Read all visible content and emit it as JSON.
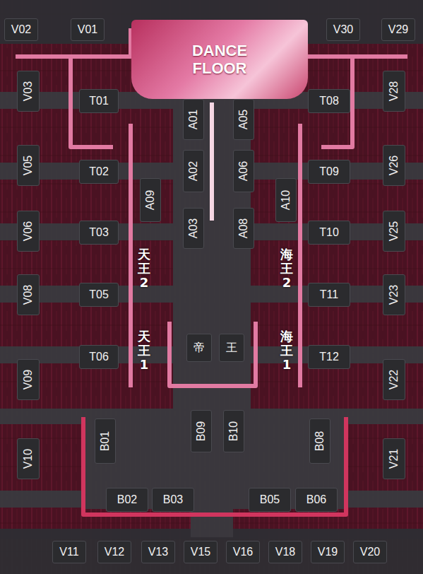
{
  "diagram": {
    "nodes": [
      {
        "text": [
          "V02"
        ]
      },
      {
        "text": [
          "V01"
        ]
      },
      {
        "text": [
          "DANCE FLOOR"
        ]
      },
      {
        "text": [
          "V30"
        ]
      },
      {
        "text": [
          "V29"
        ]
      },
      {
        "text": [
          "V03"
        ]
      },
      {
        "text": [
          "T01"
        ]
      },
      {
        "text": [
          "A01"
        ]
      },
      {
        "text": [
          "A05"
        ]
      },
      {
        "text": [
          "T08"
        ]
      },
      {
        "text": [
          "V28"
        ]
      },
      {
        "text": [
          "V05"
        ]
      },
      {
        "text": [
          "T02"
        ]
      },
      {
        "text": [
          "A02"
        ]
      },
      {
        "text": [
          "A06"
        ]
      },
      {
        "text": [
          "T09"
        ]
      },
      {
        "text": [
          "V26"
        ]
      },
      {
        "text": [
          "A09"
        ]
      },
      {
        "text": [
          "A10"
        ]
      },
      {
        "text": [
          "V06"
        ]
      },
      {
        "text": [
          "T03"
        ]
      },
      {
        "text": [
          "A03"
        ]
      },
      {
        "text": [
          "A08"
        ]
      },
      {
        "text": [
          "T10"
        ]
      },
      {
        "text": [
          "V25"
        ]
      },
      {
        "text": [
          "T05"
        ]
      },
      {
        "text": [
          "T11"
        ]
      },
      {
        "text": [
          "V08"
        ]
      },
      {
        "text": [
          "V23"
        ]
      },
      {
        "text": [
          "T06"
        ]
      },
      {
        "text": [
          "帝"
        ]
      },
      {
        "text": [
          "王"
        ]
      },
      {
        "text": [
          "T12"
        ]
      },
      {
        "text": [
          "V09"
        ]
      },
      {
        "text": [
          "V22"
        ]
      },
      {
        "text": [
          "B09"
        ]
      },
      {
        "text": [
          "B10"
        ]
      },
      {
        "text": [
          "B01"
        ]
      },
      {
        "text": [
          "B08"
        ]
      },
      {
        "text": [
          "V10"
        ]
      },
      {
        "text": [
          "V21"
        ]
      },
      {
        "text": [
          "B02"
        ]
      },
      {
        "text": [
          "B03"
        ]
      },
      {
        "text": [
          "B05"
        ]
      },
      {
        "text": [
          "B06"
        ]
      },
      {
        "text": [
          "V11"
        ]
      },
      {
        "text": [
          "V12"
        ]
      },
      {
        "text": [
          "V13"
        ]
      },
      {
        "text": [
          "V15"
        ]
      },
      {
        "text": [
          "V16"
        ]
      },
      {
        "text": [
          "V18"
        ]
      },
      {
        "text": [
          "V19"
        ]
      },
      {
        "text": [
          "V20"
        ]
      }
    ],
    "labels": [
      "天王2",
      "天王1",
      "海王2",
      "海王1"
    ]
  }
}
